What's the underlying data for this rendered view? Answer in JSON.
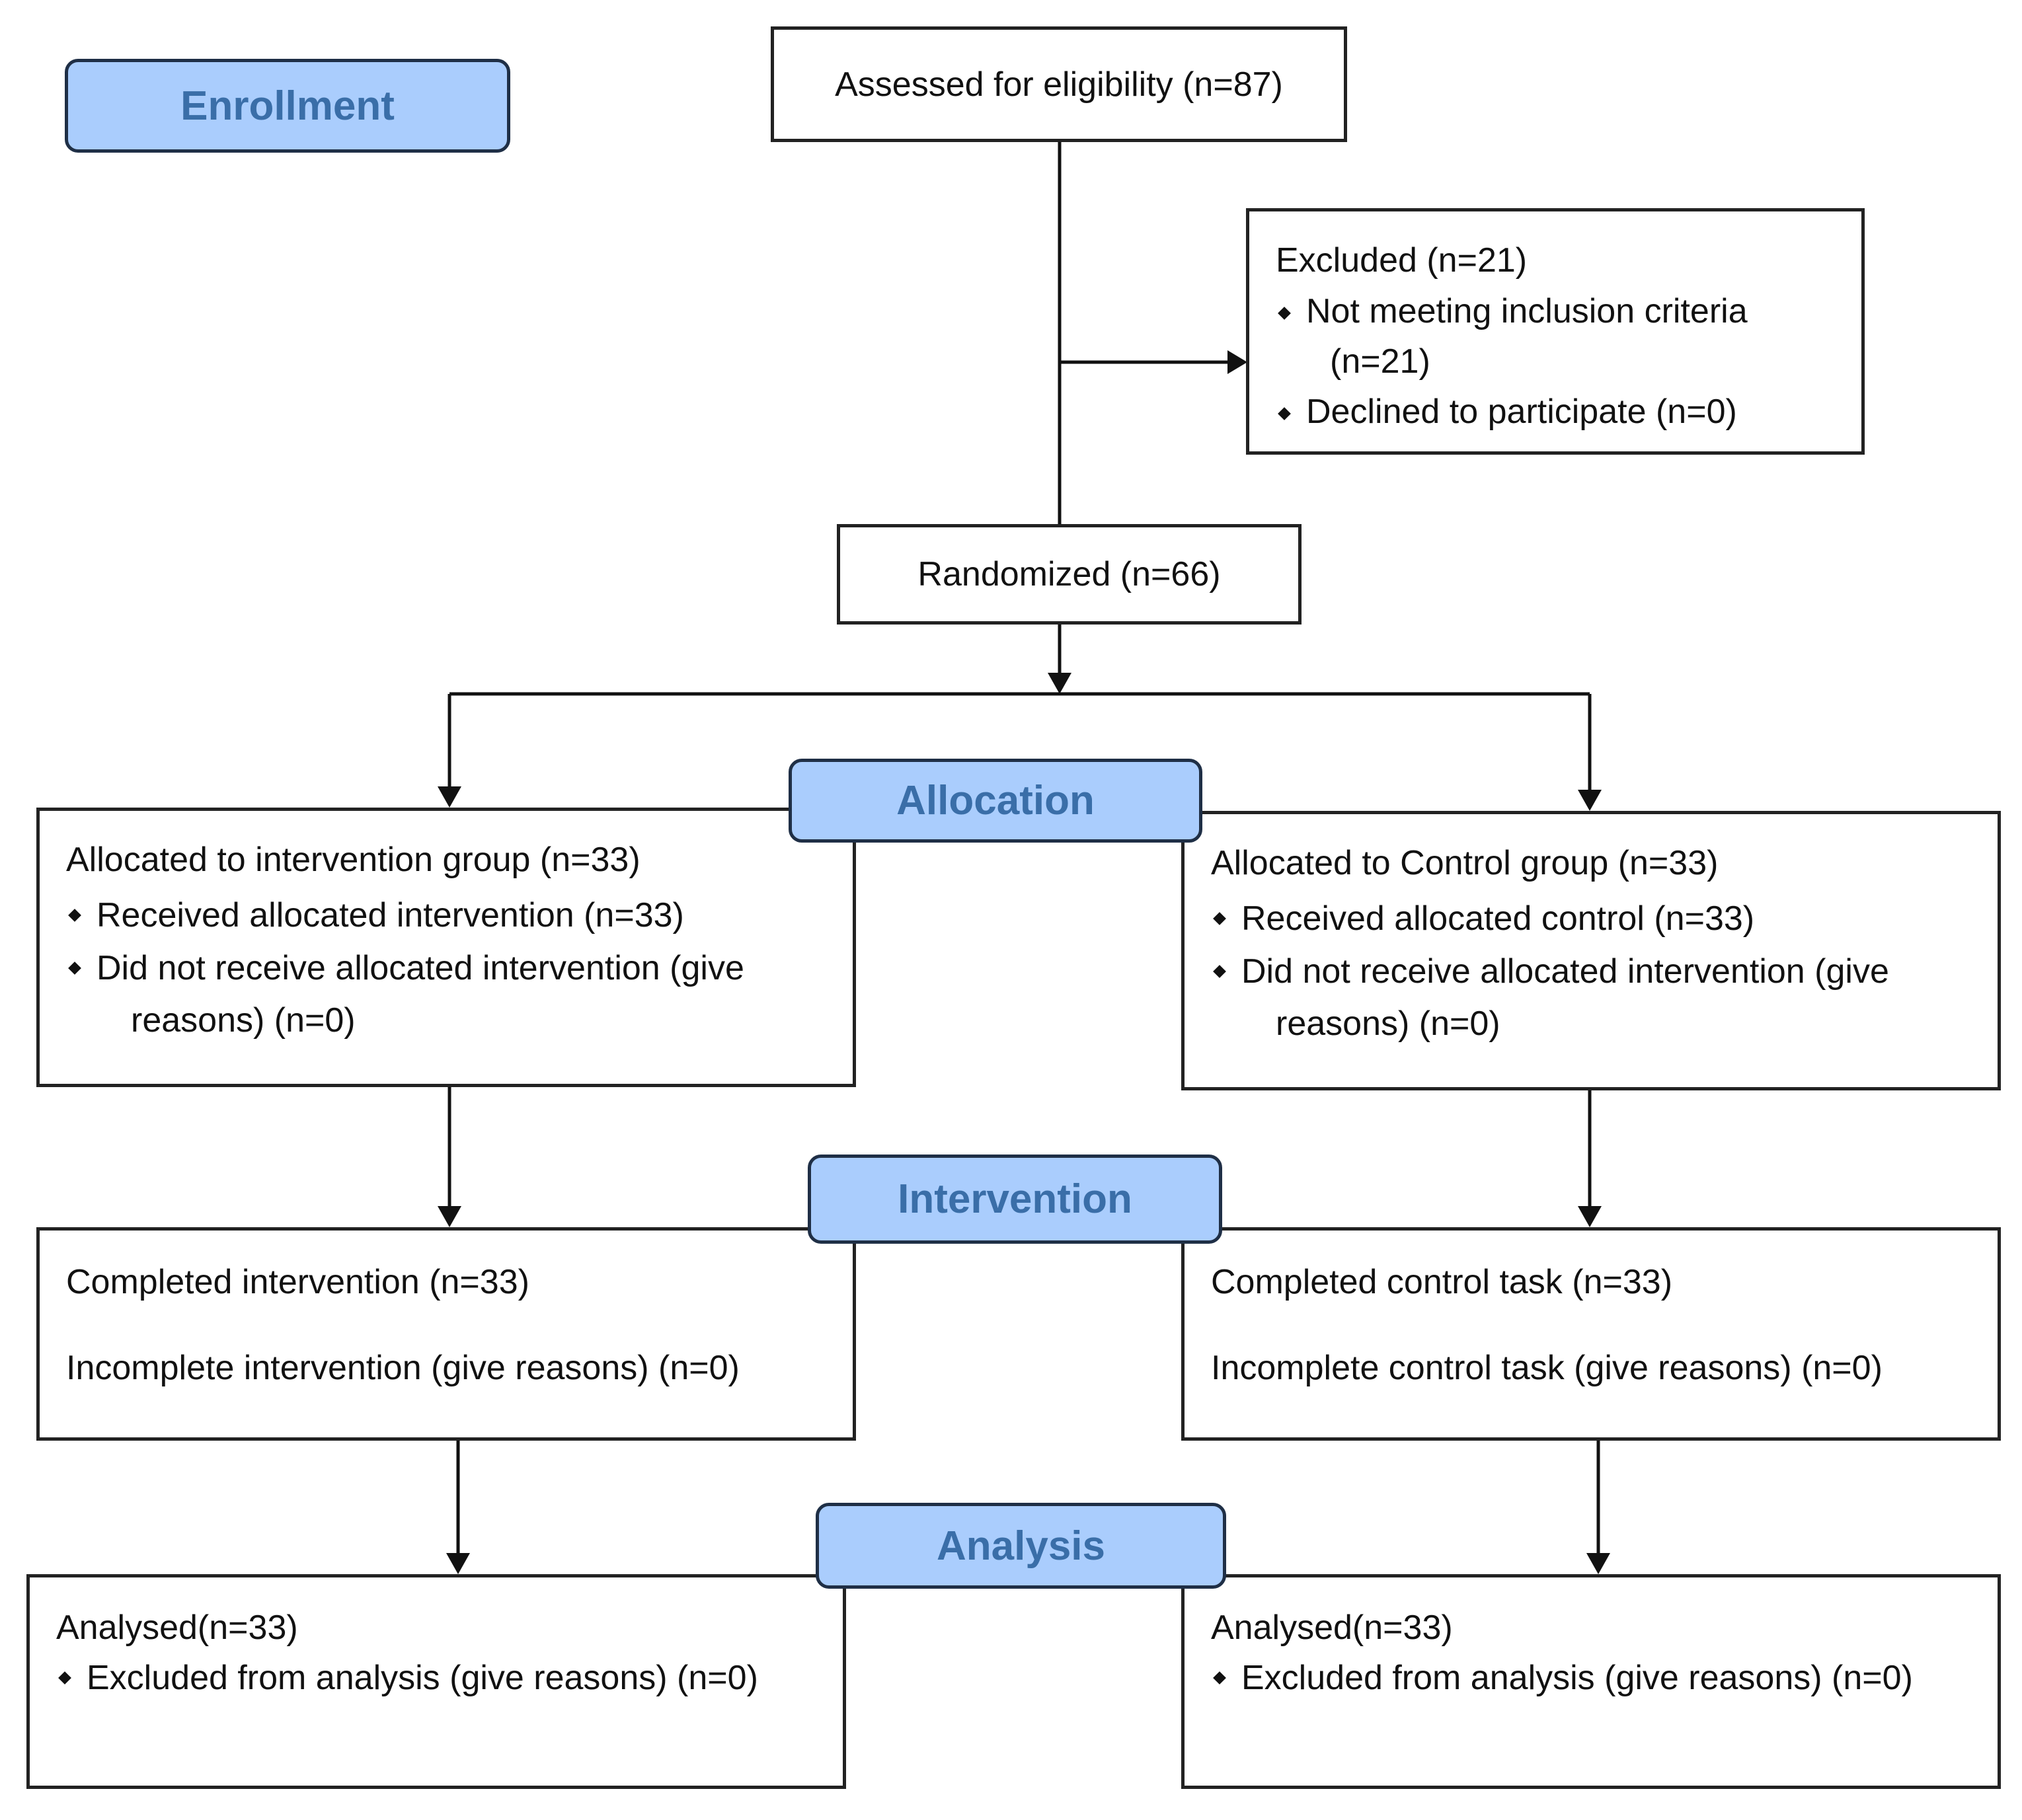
{
  "stages": {
    "enrollment": "Enrollment",
    "allocation": "Allocation",
    "intervention": "Intervention",
    "analysis": "Analysis"
  },
  "assessed": "Assessed for eligibility (n=87)",
  "excluded": {
    "title": "Excluded (n=21)",
    "items": [
      "Not meeting inclusion criteria",
      "(n=21)",
      "Declined to participate (n=0)"
    ]
  },
  "randomized": "Randomized (n=66)",
  "allocation_left": {
    "title": "Allocated to intervention group (n=33)",
    "items": [
      "Received allocated intervention (n=33)",
      "Did not receive allocated intervention (give",
      "reasons) (n=0)"
    ]
  },
  "allocation_right": {
    "title": "Allocated to Control group (n=33)",
    "items": [
      "Received allocated control (n=33)",
      "Did not receive allocated intervention (give",
      "reasons) (n=0)"
    ]
  },
  "followup_left": {
    "completed": "Completed intervention (n=33)",
    "incomplete": "Incomplete intervention (give reasons) (n=0)"
  },
  "followup_right": {
    "completed": "Completed control task (n=33)",
    "incomplete": "Incomplete control task (give reasons) (n=0)"
  },
  "analysis_left": {
    "title": "Analysed(n=33)",
    "items": [
      "Excluded from analysis (give reasons) (n=0)"
    ]
  },
  "analysis_right": {
    "title": "Analysed(n=33)",
    "items": [
      "Excluded from analysis (give reasons) (n=0)"
    ]
  }
}
